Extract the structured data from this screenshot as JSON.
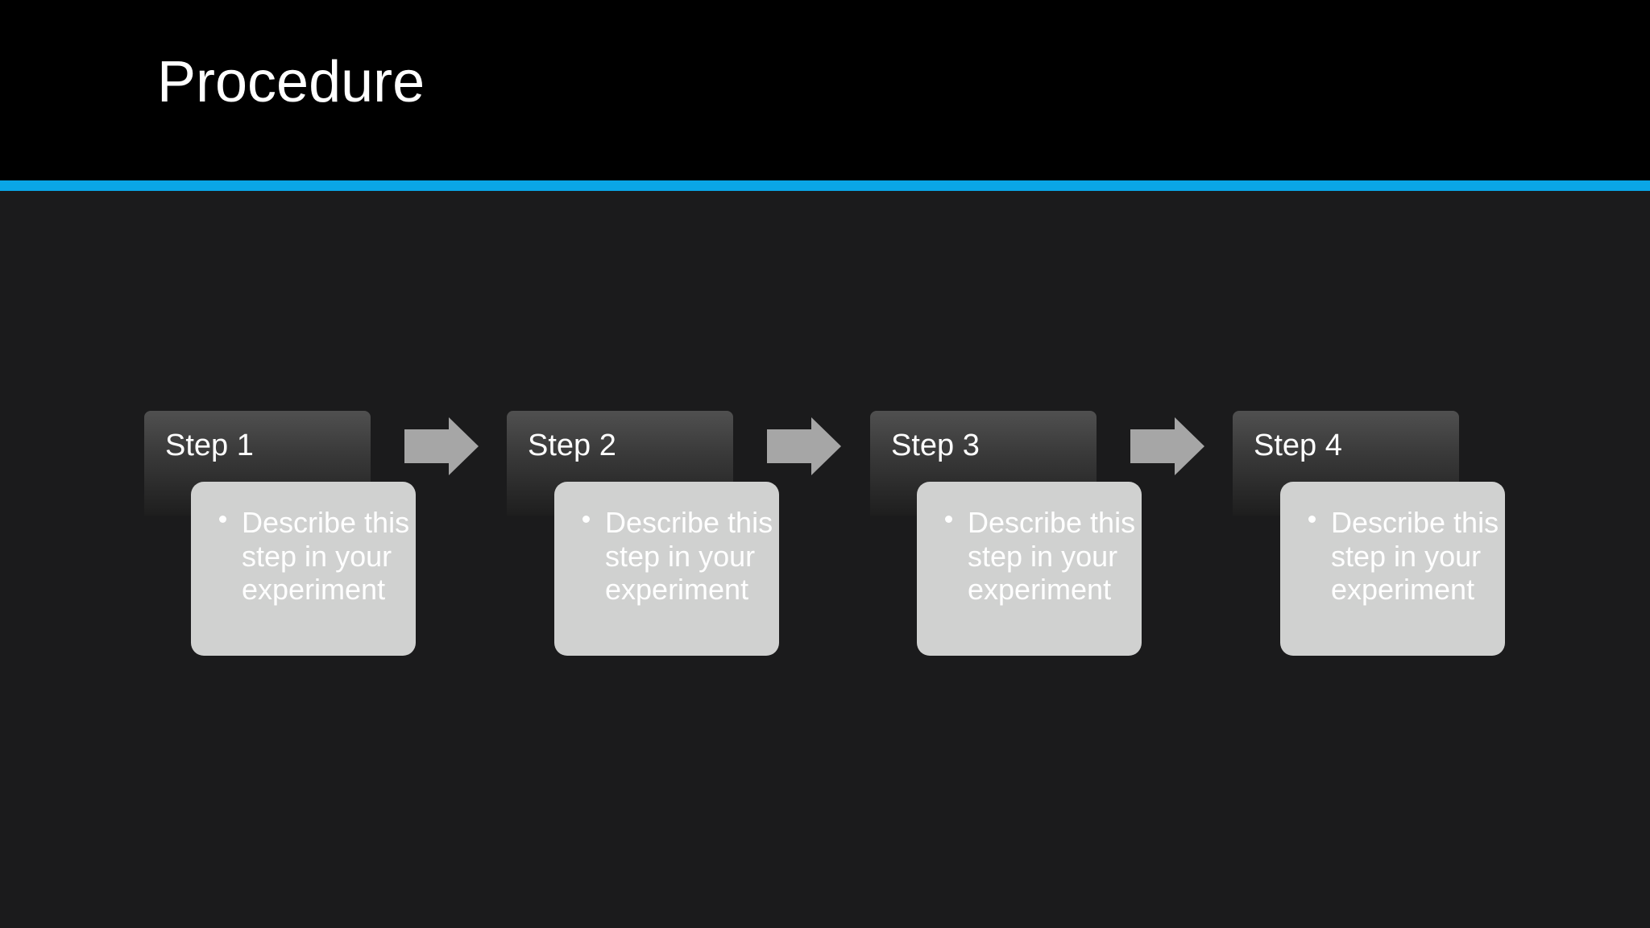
{
  "slide": {
    "title": "Procedure"
  },
  "colors": {
    "header_bg": "#000000",
    "body_bg": "#1b1b1c",
    "accent": "#0aa6e6",
    "card_bg": "#d0d1d0",
    "arrow": "#a6a6a6",
    "text": "#ffffff"
  },
  "steps": [
    {
      "label": "Step 1",
      "description": "Describe this step in your experiment"
    },
    {
      "label": "Step 2",
      "description": "Describe this step in your experiment"
    },
    {
      "label": "Step 3",
      "description": "Describe this step in your experiment"
    },
    {
      "label": "Step 4",
      "description": "Describe this step in your experiment"
    }
  ],
  "connectors": [
    {
      "icon": "right-arrow-icon"
    },
    {
      "icon": "right-arrow-icon"
    },
    {
      "icon": "right-arrow-icon"
    }
  ]
}
